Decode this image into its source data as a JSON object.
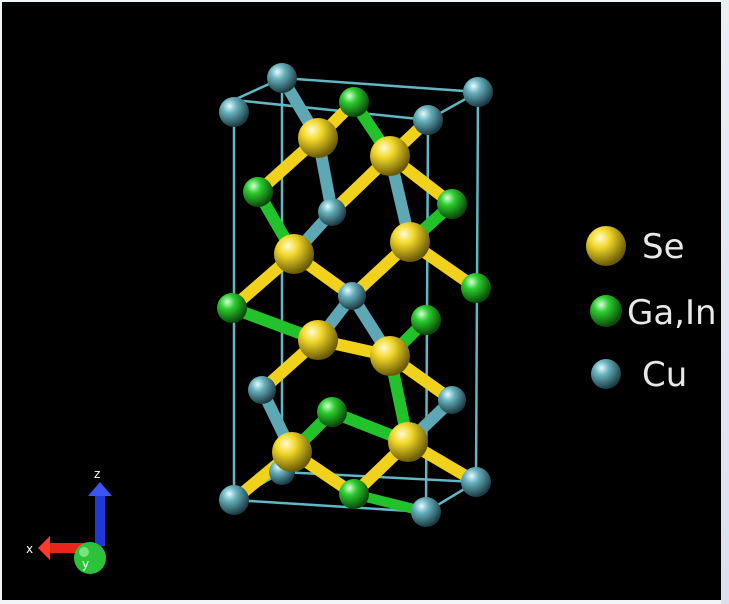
{
  "legend": {
    "items": [
      {
        "label": "Se",
        "element": "se"
      },
      {
        "label": "Ga,In",
        "element": "ga"
      },
      {
        "label": "Cu",
        "element": "cu"
      }
    ]
  },
  "axes": {
    "x": "x",
    "y": "y",
    "z": "z"
  },
  "colors": {
    "background": "#000000",
    "cell_lines": "#5fb8c4",
    "se": "#f0d21c",
    "ga_in": "#22c22a",
    "cu": "#5ea7b4",
    "axis_x": "#e8251b",
    "axis_y": "#2cc33a",
    "axis_z": "#2038d8"
  }
}
